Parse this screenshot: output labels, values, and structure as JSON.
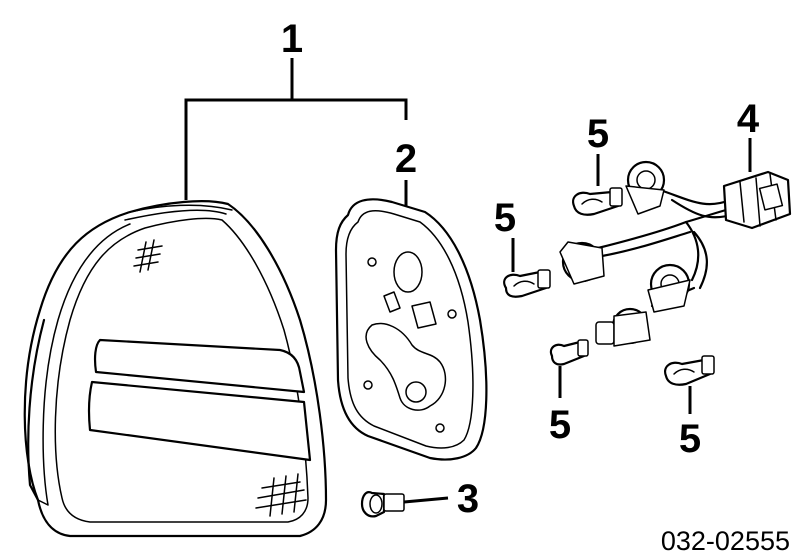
{
  "diagram": {
    "callouts": {
      "tail_light_assembly": "1",
      "gasket": "2",
      "nut": "3",
      "socket_harness": "4",
      "bulb_top": "5",
      "bulb_left": "5",
      "bulb_bottom_left": "5",
      "bulb_bottom_right": "5"
    },
    "part_number": "032-02555"
  }
}
